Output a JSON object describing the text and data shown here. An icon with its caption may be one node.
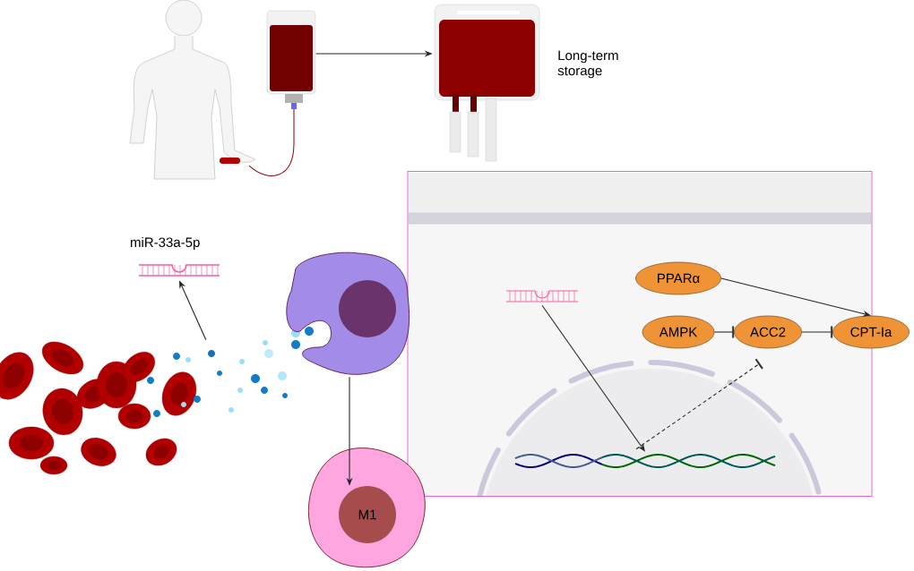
{
  "diagram": {
    "nodes": [
      {
        "text": [],
        "shape": "picture"
      },
      {
        "text": [],
        "shape": "picture",
        "beside": [
          "Long-term storage"
        ]
      },
      {
        "text": [],
        "shape": "picture",
        "beside": [
          "miR-33a-5p"
        ]
      },
      {
        "text": [],
        "shape": "picture"
      },
      {
        "text": [],
        "shape": "picture"
      },
      {
        "text": [
          "M1"
        ]
      },
      {
        "text": [],
        "shape": "box"
      },
      {
        "text": [],
        "shape": "picture",
        "in": 6
      },
      {
        "text": [],
        "shape": "picture",
        "in": 6
      },
      {
        "text": [
          "PPARα"
        ],
        "in": 6
      },
      {
        "text": [
          "AMPK"
        ],
        "in": 6
      },
      {
        "text": [
          "ACC2"
        ],
        "in": 6
      },
      {
        "text": [
          "CPT-Ia"
        ]
      }
    ],
    "edges": [
      {
        "from": 0,
        "to": 1,
        "arrow": "to"
      },
      {
        "from": 3,
        "to": 2,
        "arrow": "to"
      },
      {
        "from": 4,
        "to": 5,
        "arrow": "to"
      },
      {
        "from": 7,
        "to": 8,
        "arrow": "to"
      },
      {
        "from": 9,
        "to": 12,
        "arrow": "to"
      },
      {
        "from": 10,
        "to": 11,
        "arrow": "other"
      },
      {
        "from": 11,
        "to": 12,
        "arrow": "other"
      },
      {
        "from": 8,
        "to": null,
        "arrow": "other",
        "style": "dashed"
      }
    ]
  }
}
